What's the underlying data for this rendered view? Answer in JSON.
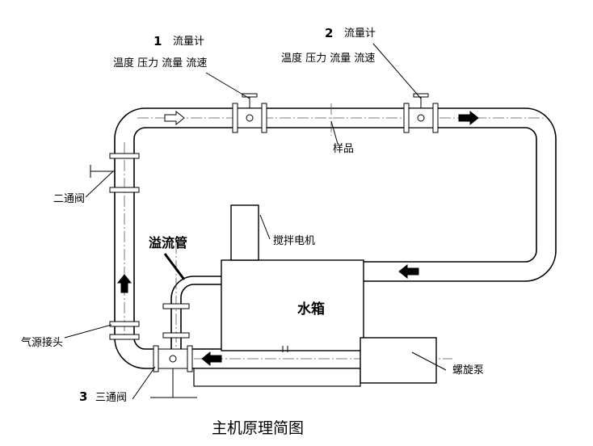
{
  "labels": {
    "flowmeter1_num": "1",
    "flowmeter1": "流量计",
    "flowmeter1_params": "温度 压力 流量 流速",
    "flowmeter2_num": "2",
    "flowmeter2": "流量计",
    "flowmeter2_params": "温度 压力 流量 流速",
    "sample": "样品",
    "two_way_valve": "二通阀",
    "overflow_pipe": "溢流管",
    "stirring_motor": "搅拌电机",
    "water_tank": "水箱",
    "air_source_joint": "气源接头",
    "three_way_valve_num": "3",
    "three_way_valve": "三通阀",
    "screw_pump": "螺旋泵"
  },
  "caption": "主机原理简图"
}
